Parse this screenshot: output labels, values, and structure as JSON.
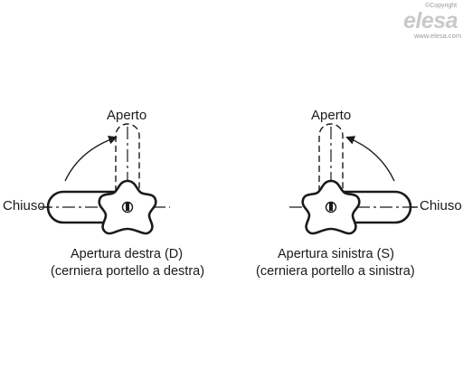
{
  "watermark": {
    "copyright": "©Copyright",
    "brand": "elesa",
    "url": "www.elesa.com"
  },
  "left": {
    "open_label": "Aperto",
    "closed_label": "Chiuso",
    "caption_line1": "Apertura destra (D)",
    "caption_line2": "(cerniera portello a destra)"
  },
  "right": {
    "open_label": "Aperto",
    "closed_label": "Chiuso",
    "caption_line1": "Apertura sinistra (S)",
    "caption_line2": "(cerniera portello a sinistra)"
  }
}
